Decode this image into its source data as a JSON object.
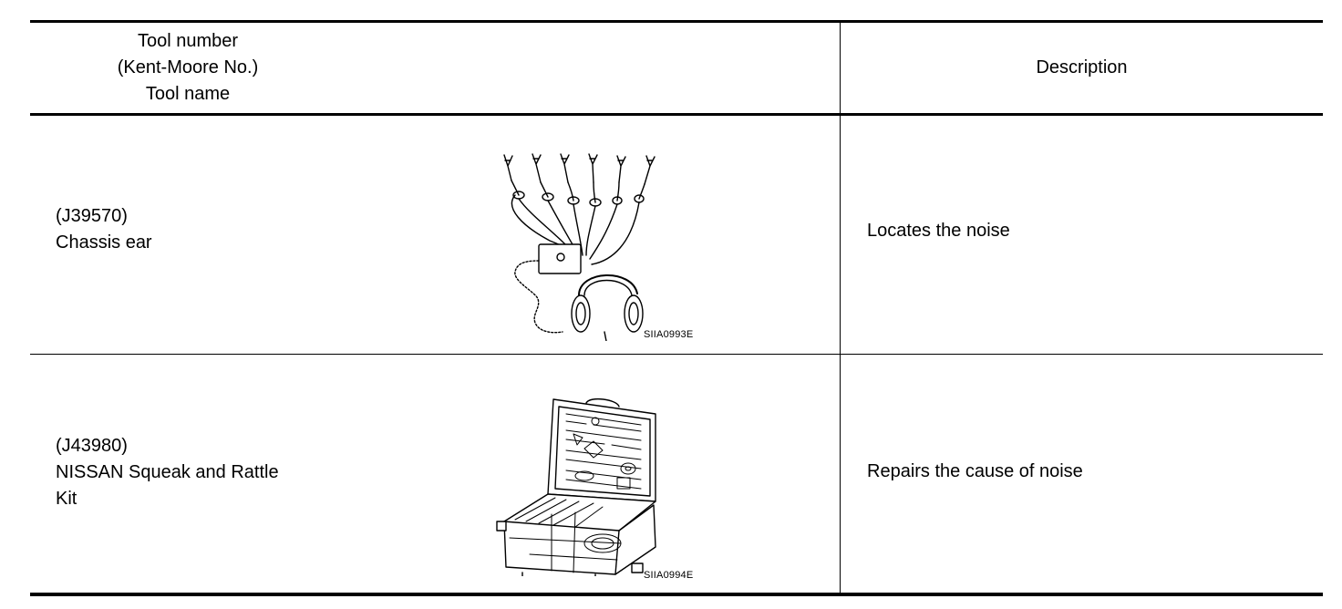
{
  "table": {
    "header": {
      "tool_col": [
        "Tool number",
        "(Kent-Moore No.)",
        "Tool name"
      ],
      "description_col": "Description"
    },
    "rows": [
      {
        "tool_lines": [
          "(J39570)",
          "Chassis ear"
        ],
        "figure_code": "SIIA0993E",
        "illustration_icon": "chassis-ear-illustration",
        "description": "Locates the noise"
      },
      {
        "tool_lines": [
          "(J43980)",
          "NISSAN Squeak and Rattle",
          "Kit"
        ],
        "figure_code": "SIIA0994E",
        "illustration_icon": "squeak-rattle-kit-illustration",
        "description": "Repairs the cause of noise"
      }
    ]
  }
}
